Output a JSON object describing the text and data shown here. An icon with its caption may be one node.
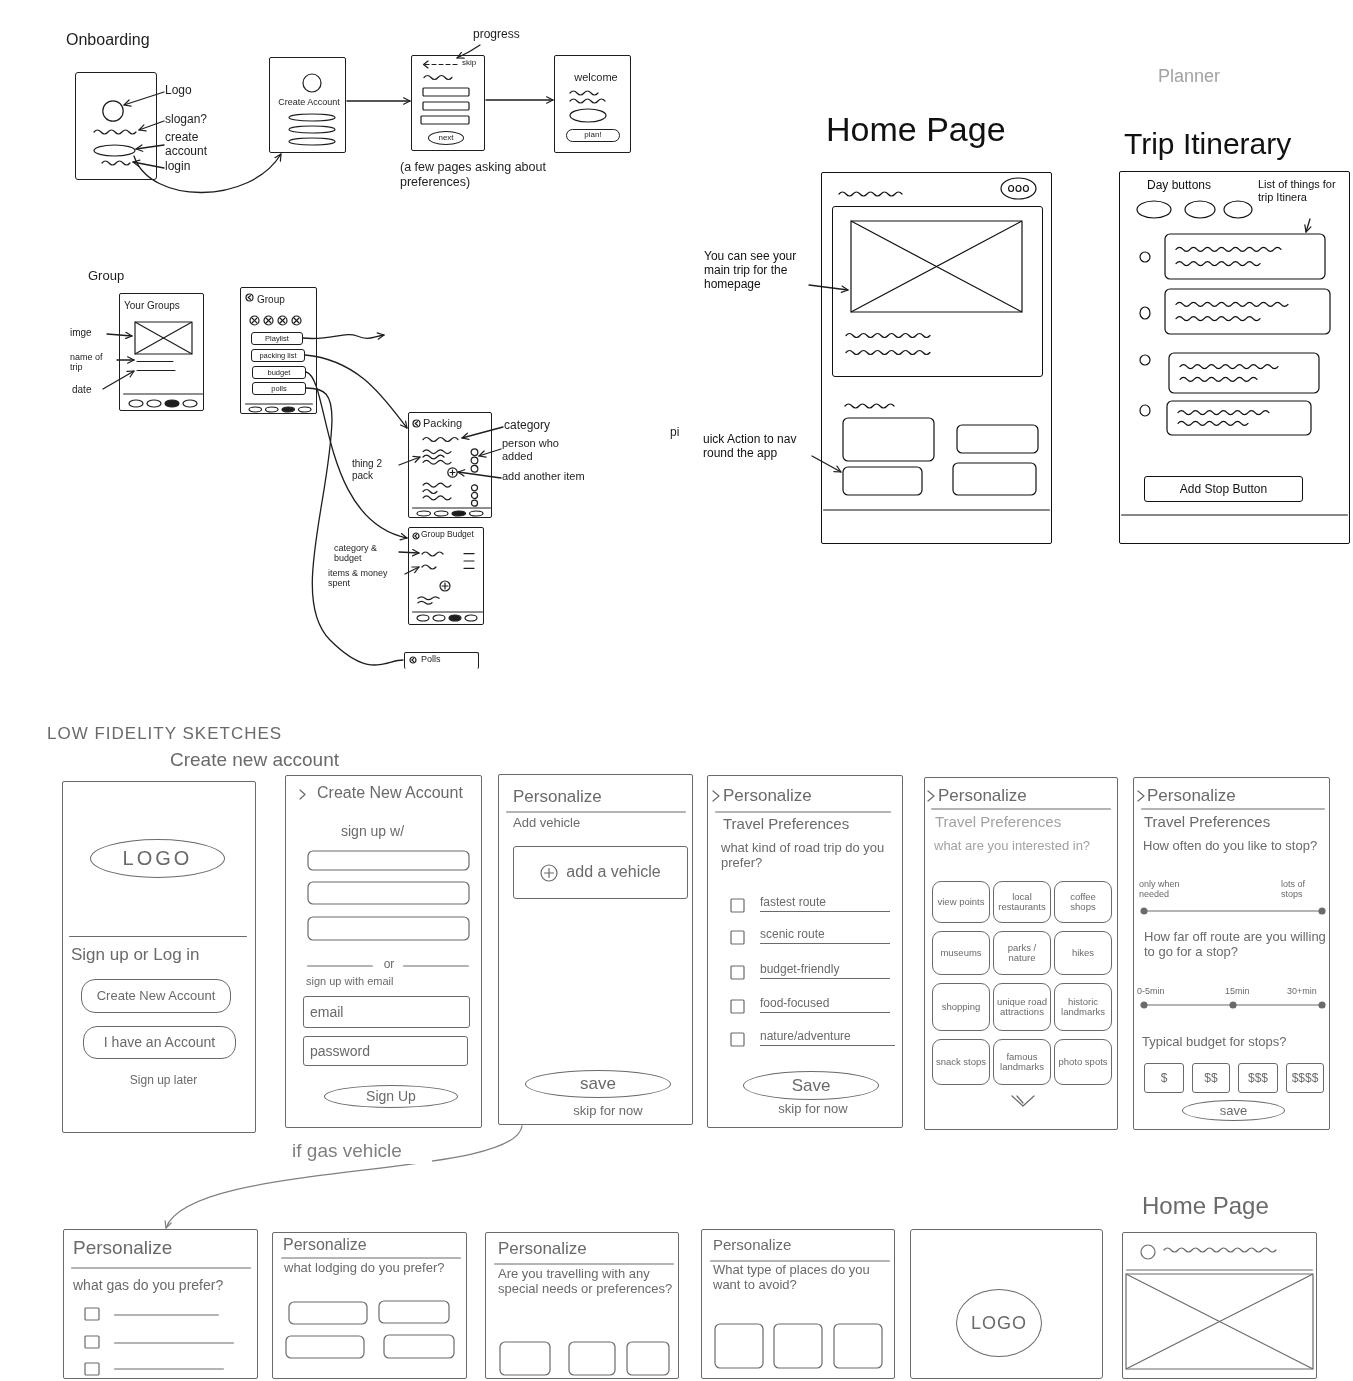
{
  "diagram": {
    "nodes": [
      {
        "text": [],
        "shape": "box"
      },
      {
        "text": [],
        "shape": "circle",
        "in": 0
      },
      {
        "text": [],
        "shape": "line",
        "in": 0
      },
      {
        "text": [],
        "shape": "oval",
        "in": 0
      },
      {
        "text": [],
        "shape": "line",
        "in": 0
      },
      {
        "text": [
          "Logo"
        ]
      },
      {
        "text": [
          "slogan?"
        ]
      },
      {
        "text": [
          "create account"
        ]
      },
      {
        "text": [
          "login"
        ]
      },
      {
        "text": [
          "Create Account"
        ]
      },
      {
        "text": [],
        "shape": "oval",
        "in": 9
      },
      {
        "text": [],
        "shape": "oval",
        "in": 9
      },
      {
        "text": [],
        "shape": "oval",
        "in": 9
      },
      {
        "text": [
          "skip"
        ],
        "beside": [
          "(a few pages asking about preferences)"
        ]
      },
      {
        "text": [],
        "shape": "bar",
        "in": 13
      },
      {
        "text": [
          "next"
        ],
        "in": 13
      },
      {
        "text": [
          "progress"
        ]
      },
      {
        "text": [
          "welcome"
        ]
      },
      {
        "text": [
          "plan!"
        ],
        "in": 17
      },
      {
        "text": [
          "Your Groups"
        ]
      },
      {
        "text": [],
        "shape": "box",
        "in": 19
      },
      {
        "text": [],
        "shape": "line",
        "in": 19
      },
      {
        "text": [],
        "shape": "line",
        "in": 19
      },
      {
        "text": [
          "imge"
        ]
      },
      {
        "text": [
          "name of trip"
        ]
      },
      {
        "text": [
          "date"
        ]
      },
      {
        "text": [
          "Group"
        ]
      },
      {
        "text": [
          "Playlist"
        ],
        "in": 26
      },
      {
        "text": [
          "packing list"
        ],
        "in": 26
      },
      {
        "text": [
          "budget"
        ],
        "in": 26
      },
      {
        "text": [
          "polls"
        ],
        "in": 26
      },
      {
        "text": [
          "Packing"
        ]
      },
      {
        "text": [],
        "shape": "line",
        "in": 31
      },
      {
        "text": [],
        "shape": "line",
        "in": 31
      },
      {
        "text": [],
        "shape": "circle",
        "in": 31
      },
      {
        "text": [],
        "shape": "circle",
        "in": 31
      },
      {
        "text": [
          "category"
        ]
      },
      {
        "text": [
          "person who added"
        ]
      },
      {
        "text": [
          "thing 2 pack"
        ]
      },
      {
        "text": [
          "add another item"
        ]
      },
      {
        "text": [
          "Group Budget"
        ]
      },
      {
        "text": [],
        "shape": "line",
        "in": 40
      },
      {
        "text": [],
        "shape": "line",
        "in": 40
      },
      {
        "text": [
          "category & budget"
        ]
      },
      {
        "text": [
          "items & money spent"
        ]
      },
      {
        "text": [
          "Polls"
        ]
      },
      {
        "text": [
          "Home Page"
        ]
      },
      {
        "text": [],
        "shape": "box",
        "in": 46
      },
      {
        "text": [],
        "shape": "box",
        "in": 47
      },
      {
        "text": [],
        "shape": "box",
        "in": 46
      },
      {
        "text": [],
        "shape": "box",
        "in": 46
      },
      {
        "text": [],
        "shape": "box",
        "in": 46
      },
      {
        "text": [],
        "shape": "box",
        "in": 46
      },
      {
        "text": [
          "You can see your main trip for the homepage"
        ]
      },
      {
        "text": [
          "uick Action to nav round the app"
        ]
      },
      {
        "text": [
          "Trip Itinerary",
          "Day buttons"
        ]
      },
      {
        "text": [],
        "shape": "oval",
        "in": 55
      },
      {
        "text": [],
        "shape": "oval",
        "in": 55
      },
      {
        "text": [],
        "shape": "oval",
        "in": 55
      },
      {
        "text": [],
        "shape": "box",
        "in": 55
      },
      {
        "text": [],
        "shape": "box",
        "in": 55
      },
      {
        "text": [],
        "shape": "box",
        "in": 55
      },
      {
        "text": [],
        "shape": "box",
        "in": 55
      },
      {
        "text": [
          "Add Stop Button"
        ],
        "in": 55
      },
      {
        "text": [
          "List of things for trip Itinera"
        ],
        "in": 55
      },
      {
        "text": [
          "Sign up or Log in",
          "Sign up later"
        ]
      },
      {
        "text": [
          "LOGO"
        ],
        "in": 65
      },
      {
        "text": [
          "Create New Account"
        ],
        "in": 65
      },
      {
        "text": [
          "I have an Account"
        ],
        "in": 65
      },
      {
        "text": [
          "Create New Account",
          "sign up w/",
          "or",
          "sign up with email"
        ]
      },
      {
        "text": [],
        "shape": "box",
        "in": 69
      },
      {
        "text": [],
        "shape": "box",
        "in": 69
      },
      {
        "text": [],
        "shape": "box",
        "in": 69
      },
      {
        "text": [
          "email"
        ],
        "in": 69
      },
      {
        "text": [
          "password"
        ],
        "in": 69
      },
      {
        "text": [
          "Sign Up"
        ],
        "in": 69
      },
      {
        "text": [
          "Personalize",
          "Add vehicle",
          "skip for now"
        ]
      },
      {
        "text": [
          "add a vehicle"
        ],
        "in": 76
      },
      {
        "text": [
          "save"
        ],
        "in": 76
      },
      {
        "text": [
          "Personalize",
          "Travel Preferences",
          "what kind of road trip do you prefer?",
          "fastest route",
          "scenic route",
          "budget-friendly",
          "food-focused",
          "nature/adventure",
          "skip for now"
        ]
      },
      {
        "text": [
          "Save"
        ],
        "in": 79
      },
      {
        "text": [
          "Personalize",
          "Travel Preferences",
          "what are you interested in?"
        ]
      },
      {
        "text": [
          "view points"
        ],
        "in": 81
      },
      {
        "text": [
          "local restaurants"
        ],
        "in": 81
      },
      {
        "text": [
          "coffee shops"
        ],
        "in": 81
      },
      {
        "text": [
          "museums"
        ],
        "in": 81
      },
      {
        "text": [
          "parks / nature"
        ],
        "in": 81
      },
      {
        "text": [
          "hikes"
        ],
        "in": 81
      },
      {
        "text": [
          "shopping"
        ],
        "in": 81
      },
      {
        "text": [
          "unique road attractions"
        ],
        "in": 81
      },
      {
        "text": [
          "historic landmarks"
        ],
        "in": 81
      },
      {
        "text": [
          "snack stops"
        ],
        "in": 81
      },
      {
        "text": [
          "famous landmarks"
        ],
        "in": 81
      },
      {
        "text": [
          "photo spots"
        ],
        "in": 81
      },
      {
        "text": [
          "Personalize",
          "Travel Preferences",
          "How often do you like to stop?",
          "only when needed",
          "lots of stops",
          "How far off route are you willing to go for a stop?",
          "0-5min",
          "15min",
          "30+min",
          "Typical budget for stops?"
        ]
      },
      {
        "text": [
          "$"
        ],
        "in": 94
      },
      {
        "text": [
          "$$"
        ],
        "in": 94
      },
      {
        "text": [
          "$$$"
        ],
        "in": 94
      },
      {
        "text": [
          "$$$$"
        ],
        "in": 94
      },
      {
        "text": [
          "save"
        ],
        "in": 94
      },
      {
        "text": [
          "Personalize",
          "what gas do you prefer?"
        ]
      },
      {
        "text": [
          "Personalize",
          "what lodging do you prefer?"
        ]
      },
      {
        "text": [],
        "shape": "box",
        "in": 101
      },
      {
        "text": [],
        "shape": "box",
        "in": 101
      },
      {
        "text": [],
        "shape": "box",
        "in": 101
      },
      {
        "text": [],
        "shape": "box",
        "in": 101
      },
      {
        "text": [
          "Personalize",
          "Are you travelling with any special needs or preferences?"
        ]
      },
      {
        "text": [],
        "shape": "box",
        "in": 106
      },
      {
        "text": [],
        "shape": "box",
        "in": 106
      },
      {
        "text": [],
        "shape": "box",
        "in": 106
      },
      {
        "text": [
          "Personalize",
          "What type of places do you want to avoid?"
        ]
      },
      {
        "text": [],
        "shape": "box",
        "in": 110
      },
      {
        "text": [],
        "shape": "box",
        "in": 110
      },
      {
        "text": [],
        "shape": "box",
        "in": 110
      },
      {
        "text": [],
        "shape": "box"
      },
      {
        "text": [
          "LOGO"
        ],
        "in": 114
      },
      {
        "text": [
          "Home Page"
        ]
      },
      {
        "text": [],
        "shape": "box",
        "in": 116
      }
    ],
    "edges": [
      {
        "from": 5,
        "to": 1,
        "arrow": "to"
      },
      {
        "from": 6,
        "to": 2,
        "arrow": "to"
      },
      {
        "from": 7,
        "to": 3,
        "arrow": "to"
      },
      {
        "from": 8,
        "to": 4,
        "arrow": "to"
      },
      {
        "from": 3,
        "to": 9,
        "arrow": "to"
      },
      {
        "from": 9,
        "to": 13,
        "arrow": "to"
      },
      {
        "from": 13,
        "to": 17,
        "arrow": "to"
      },
      {
        "from": 16,
        "to": 14,
        "arrow": "to"
      },
      {
        "from": 23,
        "to": 20,
        "arrow": "to"
      },
      {
        "from": 24,
        "to": 21,
        "arrow": "to"
      },
      {
        "from": 25,
        "to": 22,
        "arrow": "to"
      },
      {
        "from": 27,
        "to": null,
        "arrow": "to"
      },
      {
        "from": 28,
        "to": 31,
        "arrow": "to"
      },
      {
        "from": 29,
        "to": 40,
        "arrow": "to"
      },
      {
        "from": 30,
        "to": 45,
        "arrow": "none"
      },
      {
        "from": 36,
        "to": 32,
        "arrow": "to"
      },
      {
        "from": 37,
        "to": 34,
        "arrow": "to"
      },
      {
        "from": 38,
        "to": 33,
        "arrow": "to"
      },
      {
        "from": 39,
        "to": 35,
        "arrow": "to"
      },
      {
        "from": 43,
        "to": 41,
        "arrow": "to"
      },
      {
        "from": 44,
        "to": 42,
        "arrow": "to"
      },
      {
        "from": 53,
        "to": 48,
        "arrow": "to"
      },
      {
        "from": 54,
        "to": 51,
        "arrow": "to"
      },
      {
        "from": 64,
        "to": 59,
        "arrow": "to"
      },
      {
        "from": 76,
        "to": 100,
        "arrow": "to",
        "label": "if gas vehicle",
        "color": "#808080"
      }
    ],
    "labels": [
      "Onboarding",
      "Planner",
      "Group",
      "pi",
      "LOW FIDELITY SKETCHES",
      "Create new account"
    ]
  }
}
